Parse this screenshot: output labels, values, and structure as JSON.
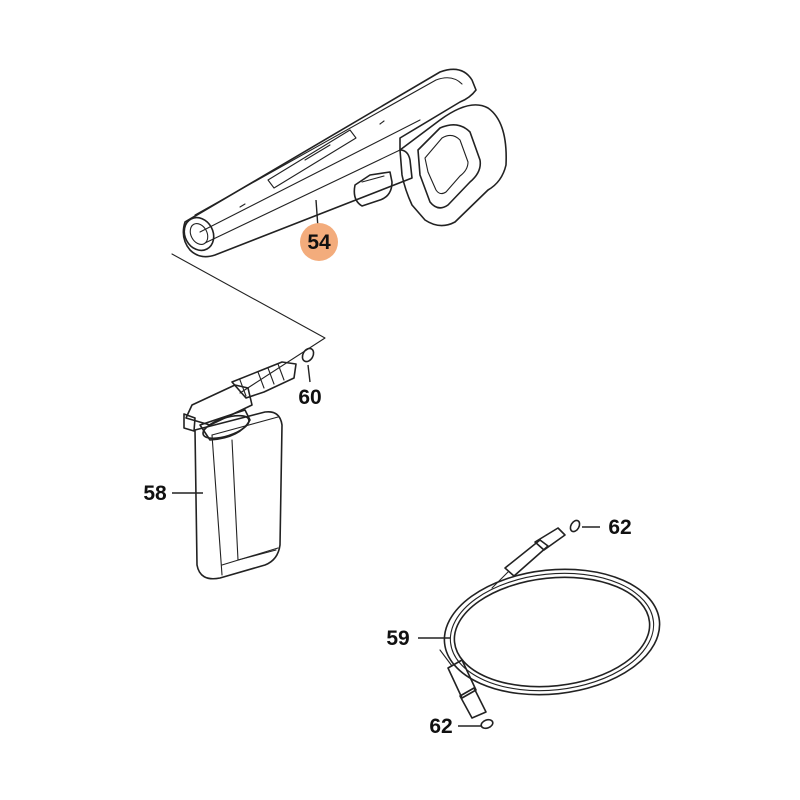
{
  "colors": {
    "highlight": "#f3ac7c",
    "ink": "#222222"
  },
  "callouts": {
    "gun": "54",
    "oring_top": "60",
    "foam_bottle": "58",
    "hose": "59",
    "oring_hose_top": "62",
    "oring_hose_bottom": "62"
  }
}
